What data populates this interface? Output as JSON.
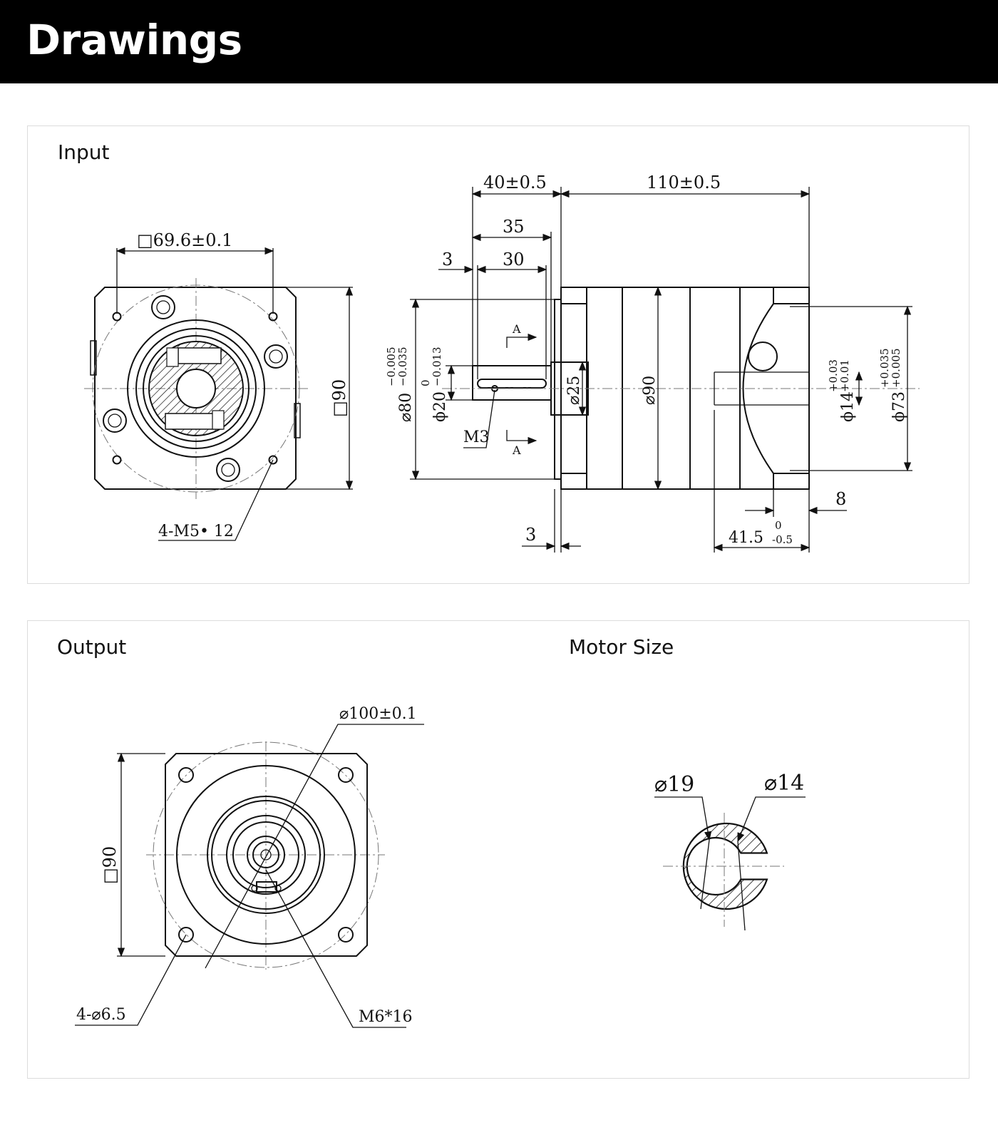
{
  "header": {
    "title": "Drawings"
  },
  "input_panel": {
    "title": "Input",
    "dims": {
      "square_bolt": "□69.6±0.1",
      "side_90": "□90",
      "holes": "4-M5• 12",
      "len_40": "40±0.5",
      "len_110": "110±0.5",
      "len_35": "35",
      "len_3_top": "3",
      "len_30": "30",
      "dia_80": "⌀80",
      "dia_80_tol_upper": "−0.005",
      "dia_80_tol_lower": "−0.035",
      "dia_20": "ϕ20",
      "dia_20_tol_upper": "0",
      "dia_20_tol_lower": "−0.013",
      "m3": "M3",
      "section_a": "A",
      "dia_25": "⌀25",
      "dia_90": "⌀90",
      "dia_14": "ϕ14",
      "dia_14_tol_upper": "+0.03",
      "dia_14_tol_lower": "+0.01",
      "dia_73": "ϕ73",
      "dia_73_tol_upper": "+0.035",
      "dia_73_tol_lower": "+0.005",
      "len_8": "8",
      "len_3_bottom": "3",
      "len_41": "41.5",
      "len_41_tol_upper": "0",
      "len_41_tol_lower": "-0.5"
    }
  },
  "output_panel": {
    "title": "Output",
    "dims": {
      "dia_100": "⌀100±0.1",
      "side_90": "□90",
      "holes": "4-⌀6.5",
      "thread": "M6*16"
    }
  },
  "motor_panel": {
    "title": "Motor Size",
    "dims": {
      "dia_19": "⌀19",
      "dia_14": "⌀14"
    }
  }
}
